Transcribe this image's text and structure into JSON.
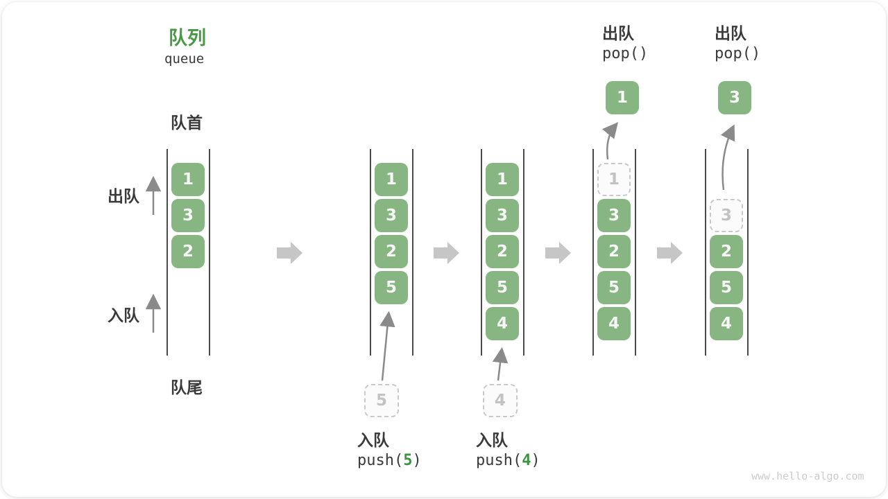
{
  "title": {
    "zh": "队列",
    "en": "queue"
  },
  "side_labels": {
    "front": "队首",
    "rear": "队尾",
    "dequeue": "出队",
    "enqueue": "入队"
  },
  "queues": [
    {
      "name": "state-1",
      "cells": [
        {
          "value": "1",
          "slot": 0
        },
        {
          "value": "3",
          "slot": 1
        },
        {
          "value": "2",
          "slot": 2
        }
      ]
    },
    {
      "name": "state-2",
      "cells": [
        {
          "value": "1",
          "slot": 0
        },
        {
          "value": "3",
          "slot": 1
        },
        {
          "value": "2",
          "slot": 2
        },
        {
          "value": "5",
          "slot": 3
        }
      ]
    },
    {
      "name": "state-3",
      "cells": [
        {
          "value": "1",
          "slot": 0
        },
        {
          "value": "3",
          "slot": 1
        },
        {
          "value": "2",
          "slot": 2
        },
        {
          "value": "5",
          "slot": 3
        },
        {
          "value": "4",
          "slot": 4
        }
      ]
    },
    {
      "name": "state-4",
      "cells": [
        {
          "value": "1",
          "slot": 0,
          "ghost": true
        },
        {
          "value": "3",
          "slot": 1
        },
        {
          "value": "2",
          "slot": 2
        },
        {
          "value": "5",
          "slot": 3
        },
        {
          "value": "4",
          "slot": 4
        }
      ],
      "popped": {
        "value": "1"
      }
    },
    {
      "name": "state-5",
      "cells": [
        {
          "value": "3",
          "slot": 1,
          "ghost": true
        },
        {
          "value": "2",
          "slot": 2
        },
        {
          "value": "5",
          "slot": 3
        },
        {
          "value": "4",
          "slot": 4
        }
      ],
      "popped": {
        "value": "3"
      }
    }
  ],
  "push_ops": [
    {
      "label_zh": "入队",
      "fn_open": "push(",
      "arg": "5",
      "fn_close": ")",
      "staged_value": "5"
    },
    {
      "label_zh": "入队",
      "fn_open": "push(",
      "arg": "4",
      "fn_close": ")",
      "staged_value": "4"
    }
  ],
  "pop_ops": [
    {
      "label_zh": "出队",
      "code": "pop()",
      "value": "1"
    },
    {
      "label_zh": "出队",
      "code": "pop()",
      "value": "3"
    }
  ],
  "watermark": "www.hello-algo.com",
  "colors": {
    "box_green": "#87b683",
    "title_green": "#479944",
    "accent_green": "#3c9440",
    "block_arrow_gray": "#c6c6c6",
    "thin_arrow_gray": "#8a8a8a"
  }
}
